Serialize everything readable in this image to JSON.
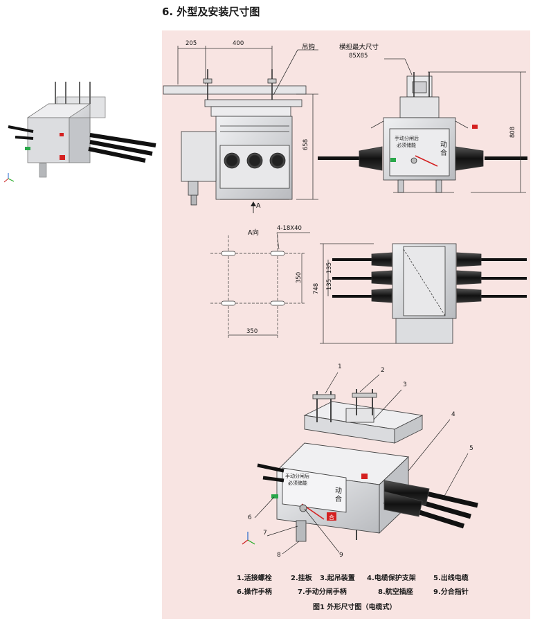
{
  "title": "6. 外型及安装尺寸图",
  "front_view": {
    "dim_205": "205",
    "dim_400": "400",
    "dim_658": "658",
    "label_hook": "吊钩",
    "arrow_label": "A"
  },
  "side_view": {
    "label_crossarm": "横担最大尺寸",
    "label_crossarm_size": "85X85",
    "dim_808": "808",
    "panel_text_1": "手动分闸后",
    "panel_text_2": "必须储能",
    "panel_text_3": "动",
    "panel_text_4": "合"
  },
  "a_view": {
    "label_direction": "A向",
    "label_holes": "4-18X40",
    "dim_350_v": "350",
    "dim_350_h": "350"
  },
  "top_view": {
    "dim_135_a": "135",
    "dim_135_b": "135",
    "dim_748": "748"
  },
  "iso_view": {
    "callouts": [
      "1",
      "2",
      "3",
      "4",
      "5",
      "6",
      "7",
      "8",
      "9"
    ],
    "panel_text_1": "手动分闸后",
    "panel_text_2": "必须储能",
    "panel_text_3": "动",
    "panel_text_4": "合",
    "panel_text_5": "合"
  },
  "legend": {
    "row1": [
      "1.活接螺栓",
      "2.挂板",
      "3.起吊装置",
      "4.电缆保护支架",
      "5.出线电缆"
    ],
    "row2": [
      "6.操作手柄",
      "7.手动分闸手柄",
      "8.航空插座",
      "9.分合指针"
    ]
  },
  "caption": "图1 外形尺寸图（电缆式）",
  "colors": {
    "panel_bg": "#f8e4e2",
    "metal": "#d9dadc",
    "metal_dark": "#9a9ca0",
    "cable": "#1c1c1c",
    "red_indicator": "#d42020",
    "green_indicator": "#2aa84a"
  }
}
